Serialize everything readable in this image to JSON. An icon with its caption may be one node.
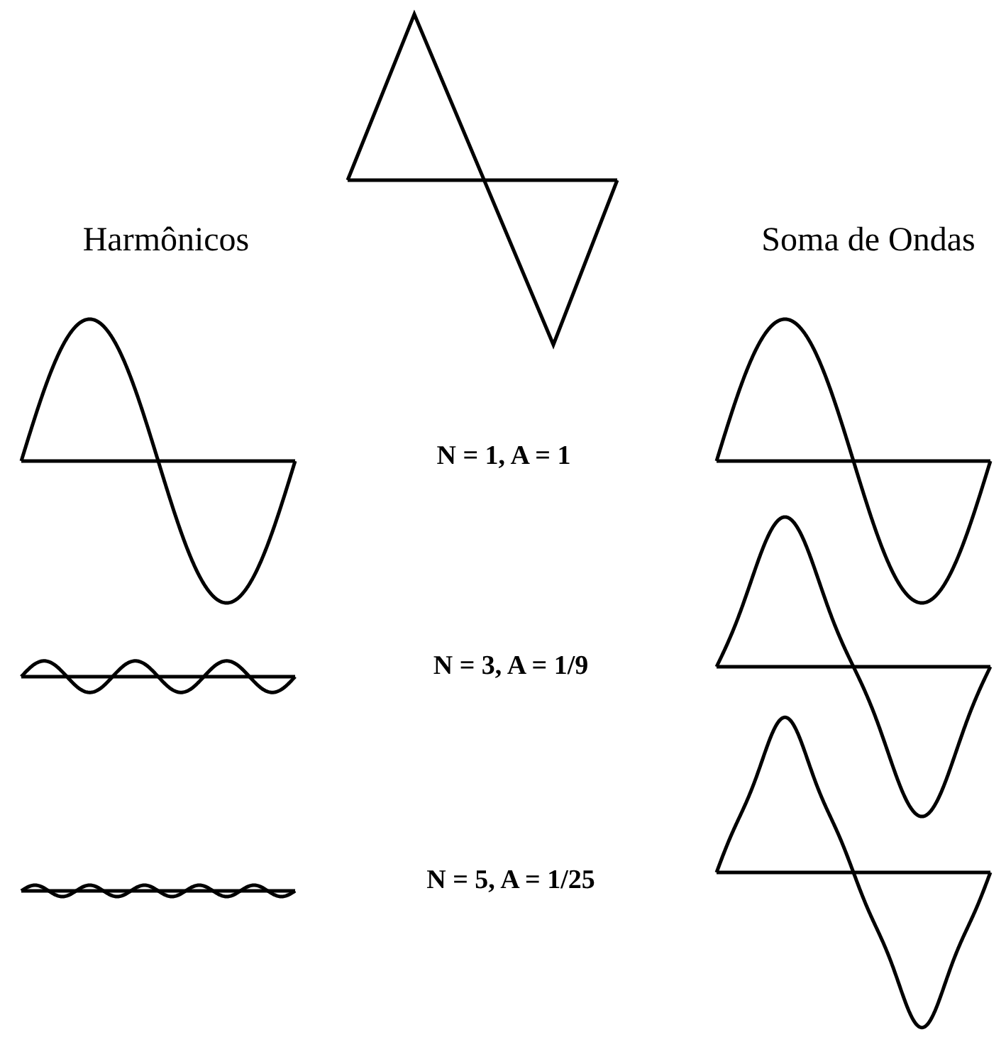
{
  "diagram": {
    "labels": [
      "Harmônicos",
      "Soma de Ondas",
      "N = 1, A = 1",
      "N = 3, A = 1/9",
      "N = 5, A = 1/25"
    ]
  }
}
